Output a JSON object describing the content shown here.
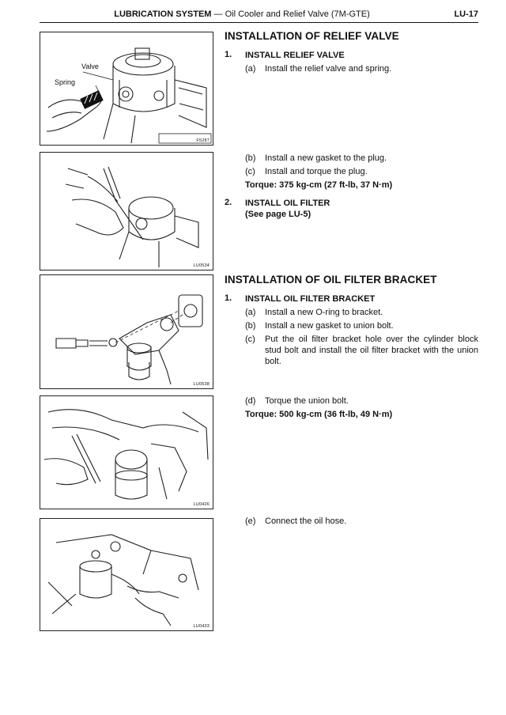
{
  "header": {
    "section": "LUBRICATION SYSTEM",
    "dash": " — ",
    "subtitle": "Oil Cooler and Relief Valve (7M-GTE)",
    "page": "LU-17"
  },
  "figures": [
    {
      "code": "F5287",
      "labels": {
        "valve": "Valve",
        "spring": "Spring"
      }
    },
    {
      "code": "LU0534"
    },
    {
      "code": "LU0538"
    },
    {
      "code": "LU0426"
    },
    {
      "code": "LU0433"
    }
  ],
  "sections": {
    "relief": {
      "title": "INSTALLATION OF RELIEF VALVE",
      "step1_num": "1.",
      "step1": "INSTALL RELIEF VALVE",
      "a_lbl": "(a)",
      "a": "Install the relief valve and spring.",
      "b_lbl": "(b)",
      "b": "Install a new gasket to the plug.",
      "c_lbl": "(c)",
      "c": "Install and torque the plug.",
      "torque": "Torque:   375 kg-cm (27 ft-lb, 37 N·m)",
      "step2_num": "2.",
      "step2": "INSTALL OIL FILTER",
      "step2_ref": "(See page LU-5)"
    },
    "bracket": {
      "title": "INSTALLATION OF OIL FILTER BRACKET",
      "step1_num": "1.",
      "step1": "INSTALL OIL FILTER BRACKET",
      "a_lbl": "(a)",
      "a": "Install a new O-ring to bracket.",
      "b_lbl": "(b)",
      "b": "Install a new gasket to union bolt.",
      "c_lbl": "(c)",
      "c": "Put the oil filter bracket hole over the cylinder block stud bolt and install the oil filter bracket with the union bolt.",
      "d_lbl": "(d)",
      "d": "Torque the union bolt.",
      "torque": "Torque:   500 kg-cm (36 ft-lb, 49 N·m)",
      "e_lbl": "(e)",
      "e": "Connect the oil hose."
    }
  }
}
